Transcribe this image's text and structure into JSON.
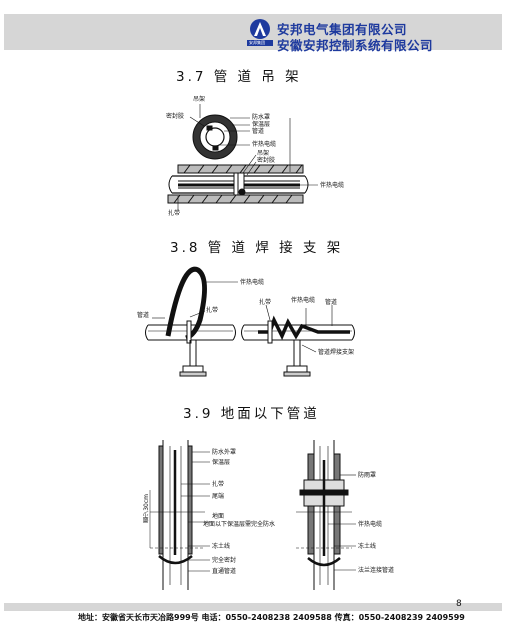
{
  "header": {
    "logo_text": "安邦集团",
    "company_name_1": "安邦电气集团有限公司",
    "company_name_2": "安徽安邦控制系统有限公司"
  },
  "sections": [
    {
      "title": "3.7 管 道 吊 架",
      "labels": [
        "吊架",
        "密封胶",
        "防水罩",
        "保温层",
        "管道",
        "伴热电缆",
        "吊架",
        "密封胶",
        "伴热电缆",
        "扎带"
      ]
    },
    {
      "title": "3.8 管 道 焊 接 支 架",
      "labels": [
        "伴热电缆",
        "管道",
        "扎带",
        "扎带",
        "伴热电缆",
        "管道",
        "管道焊接支架"
      ]
    },
    {
      "title": "3.9  地面以下管道",
      "labels": [
        "防水外罩",
        "保温层",
        "扎带",
        "尾端",
        "地面",
        "地面以下保温层需完全防水",
        "冻土线",
        "完全密封",
        "直通管道",
        "最少30cm",
        "防雨罩",
        "伴热电缆",
        "冻土线",
        "法兰连接管道"
      ]
    }
  ],
  "footer": {
    "page_number": "8",
    "contact": "地址：安徽省天长市天冶路999号   电话：0550-2408238  2409588   传真：0550-2408239  2409599"
  }
}
